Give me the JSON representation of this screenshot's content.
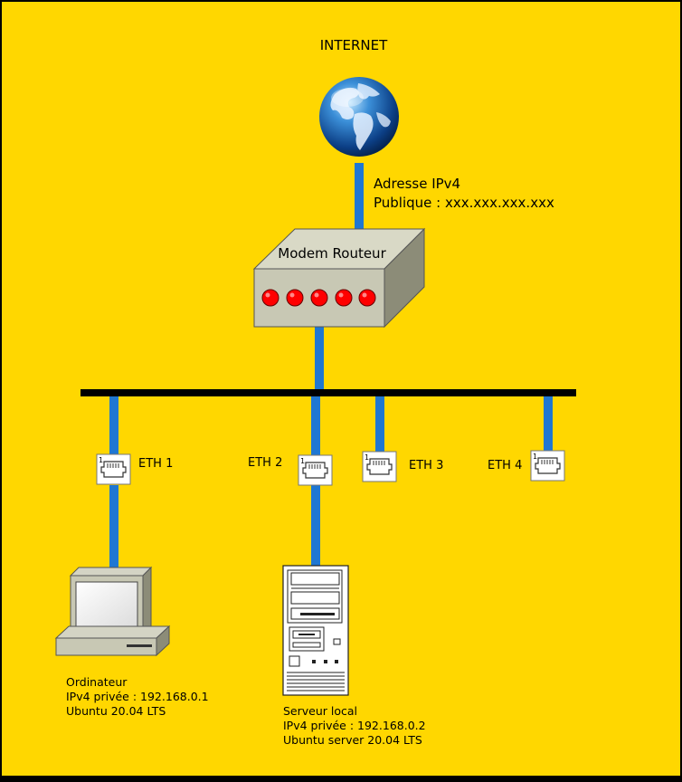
{
  "colors": {
    "background": "#FFD700",
    "frame": "#000000",
    "cable": "#1F77D2",
    "bus": "#000000",
    "router_body": "#C8C8B4",
    "router_led": "#FF0000"
  },
  "internet": {
    "label": "INTERNET",
    "icon": "globe-icon"
  },
  "wan": {
    "line1": "Adresse IPv4",
    "line2": "Publique : xxx.xxx.xxx.xxx"
  },
  "router": {
    "label": "Modem Routeur",
    "led_count": 5,
    "icon": "router-icon"
  },
  "ports": [
    {
      "label": "ETH 1",
      "num": "1"
    },
    {
      "label": "ETH 2",
      "num": "1"
    },
    {
      "label": "ETH 3",
      "num": "1"
    },
    {
      "label": "ETH 4",
      "num": "1"
    }
  ],
  "computer": {
    "icon": "desktop-computer-icon",
    "line1": "Ordinateur",
    "line2": "IPv4  privée : 192.168.0.1",
    "line3": "Ubuntu 20.04 LTS"
  },
  "server": {
    "icon": "tower-server-icon",
    "line1": "Serveur local",
    "line2": "IPv4  privée : 192.168.0.2",
    "line3": "Ubuntu server 20.04 LTS"
  }
}
